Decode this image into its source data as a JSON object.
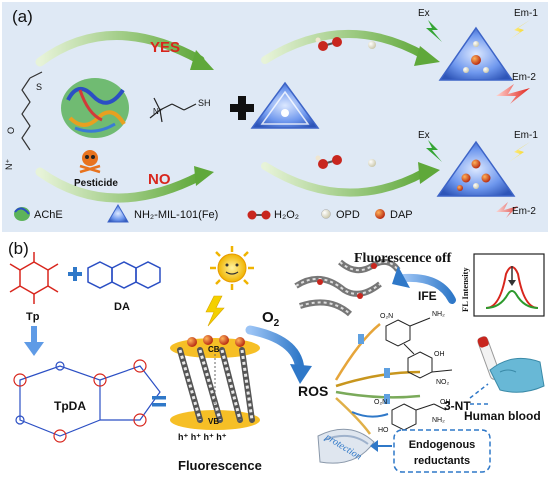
{
  "panel_a": {
    "label": "(a)",
    "branch_yes": "YES",
    "branch_no": "NO",
    "pesticide": "Pesticide",
    "ex_top": "Ex",
    "em1_top": "Em-1",
    "em2_top": "Em-2",
    "ex_bottom": "Ex",
    "em1_bottom": "Em-1",
    "em2_bottom": "Em-2",
    "legend": [
      "AChE",
      "NH₂-MIL-101(Fe)",
      "H₂O₂",
      "OPD",
      "DAP"
    ]
  },
  "panel_b": {
    "label": "(b)",
    "tp": "Tp",
    "da": "DA",
    "tpda": "TpDA",
    "cb": "CB",
    "vb": "VB",
    "holes": "h⁺ h⁺ h⁺ h⁺",
    "fluorescence": "Fluorescence",
    "fluorescence_off": "Fluorescence off",
    "o2": "O",
    "o2_sub": "2",
    "ros": "ROS",
    "ife": "IFE",
    "fl_intensity": "FL Intensity",
    "three_nt": "3-NT",
    "human_blood": "Human blood",
    "protection": "protection",
    "endogenous": "Endogenous",
    "reductants": "reductants"
  },
  "colors": {
    "panel_a_bg": "#dfe9f5",
    "green_arrow": "#5fa83a",
    "blue_arrow": "#2f78c8",
    "framework_blue": "#5b8ae6",
    "red": "#d8261d",
    "curve_red": "#d8261d",
    "curve_green": "#2d9a2d"
  }
}
